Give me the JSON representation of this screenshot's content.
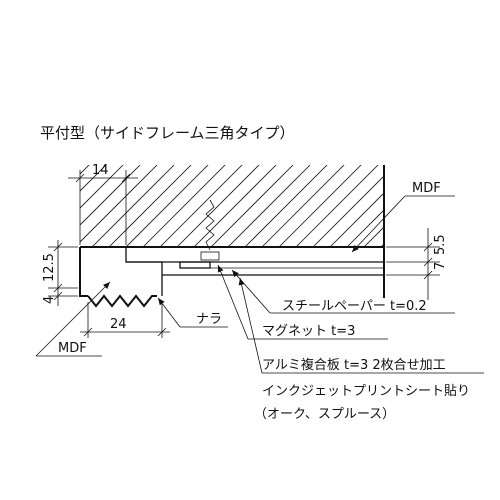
{
  "title": "平付型（サイドフレーム三角タイプ）",
  "dimensions": {
    "width_top": "14",
    "height_total": "12.5",
    "height_lower": "4",
    "width_bottom": "24",
    "right_upper": "5.5",
    "right_upper_prefix": "7"
  },
  "labels": {
    "mdf_top": "MDF",
    "steel_paper": "スチールペーパー t=0.2",
    "magnet": "マグネット t=3",
    "nara": "ナラ",
    "mdf_bottom": "MDF",
    "alumi_line1": "アルミ複合板 t=3  2枚合せ加工",
    "alumi_line2": "インクジェットプリントシート貼り",
    "alumi_line3": "（オーク、スプルース）"
  }
}
